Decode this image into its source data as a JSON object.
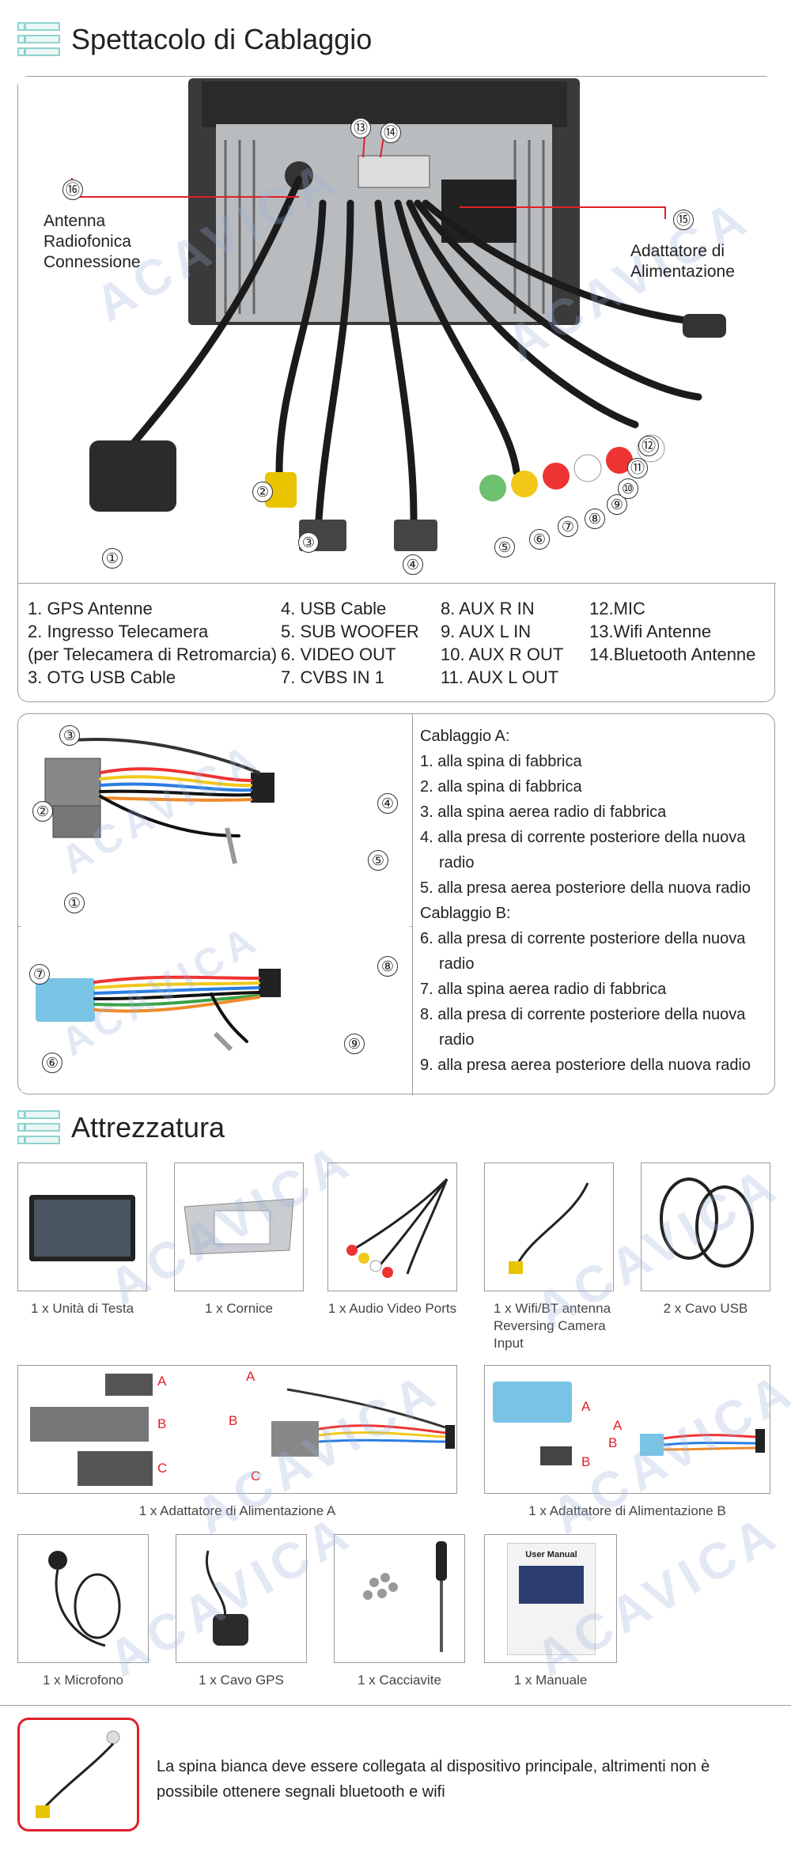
{
  "wiring": {
    "title": "Spettacolo di Cablaggio",
    "callouts": {
      "n16": "⑯",
      "n15": "⑮",
      "n13": "⑬",
      "n14": "⑭",
      "antenna_label": "Antenna Radiofonica Connessione",
      "power_label": "Adattatore di Alimentazione"
    },
    "numbers": [
      "①",
      "②",
      "③",
      "④",
      "⑤",
      "⑥",
      "⑦",
      "⑧",
      "⑨",
      "⑩",
      "⑪",
      "⑫"
    ],
    "legend_col1": [
      "1. GPS Antenne",
      "2. Ingresso Telecamera",
      "(per Telecamera di Retromarcia)",
      "3. OTG USB Cable"
    ],
    "legend_col2": [
      "4. USB Cable",
      "5. SUB WOOFER",
      "6. VIDEO OUT",
      "7. CVBS IN 1"
    ],
    "legend_col3": [
      "8. AUX R IN",
      "9. AUX L IN",
      "10. AUX R OUT",
      "11. AUX L OUT"
    ],
    "legend_col4": [
      "12.MIC",
      "13.Wifi Antenne",
      "14.Bluetooth Antenne"
    ]
  },
  "harness": {
    "numbers_a": [
      "③",
      "②",
      "①",
      "④",
      "⑤"
    ],
    "numbers_b": [
      "⑦",
      "⑥",
      "⑧",
      "⑨"
    ],
    "items": [
      "Cablaggio A:",
      "1. alla spina di fabbrica",
      "2. alla spina di fabbrica",
      "3. alla spina aerea radio di fabbrica",
      "4. alla presa di corrente posteriore della nuova radio",
      "5. alla presa aerea posteriore della nuova radio",
      "Cablaggio B:",
      "6. alla presa di corrente posteriore della nuova radio",
      "7. alla spina aerea radio di fabbrica",
      "8. alla presa di corrente posteriore della nuova radio",
      "9. alla presa aerea posteriore della nuova radio"
    ]
  },
  "equipment": {
    "title": "Attrezzatura",
    "row1": [
      "1 x Unità di Testa",
      "1 x Cornice",
      "1 x Audio Video Ports",
      "1 x Wifi/BT antenna Reversing Camera Input",
      "2 x Cavo USB"
    ],
    "adapter_a": "1 x Adattatore di Alimentazione A",
    "adapter_b": "1 x Adattatore di Alimentazione B",
    "letters": [
      "A",
      "B",
      "C"
    ],
    "row3": [
      "1 x Microfono",
      "1 x Cavo GPS",
      "1 x Cacciavite",
      "1 x Manuale"
    ],
    "manual_title": "User Manual"
  },
  "note": "La spina bianca deve essere collegata al dispositivo principale, altrimenti non è possibile ottenere segnali bluetooth e wifi",
  "watermark": "ACAVICA",
  "colors": {
    "accent": "#8fd3cf",
    "callout_red": "#e0202a",
    "border": "#9a9a9a"
  }
}
